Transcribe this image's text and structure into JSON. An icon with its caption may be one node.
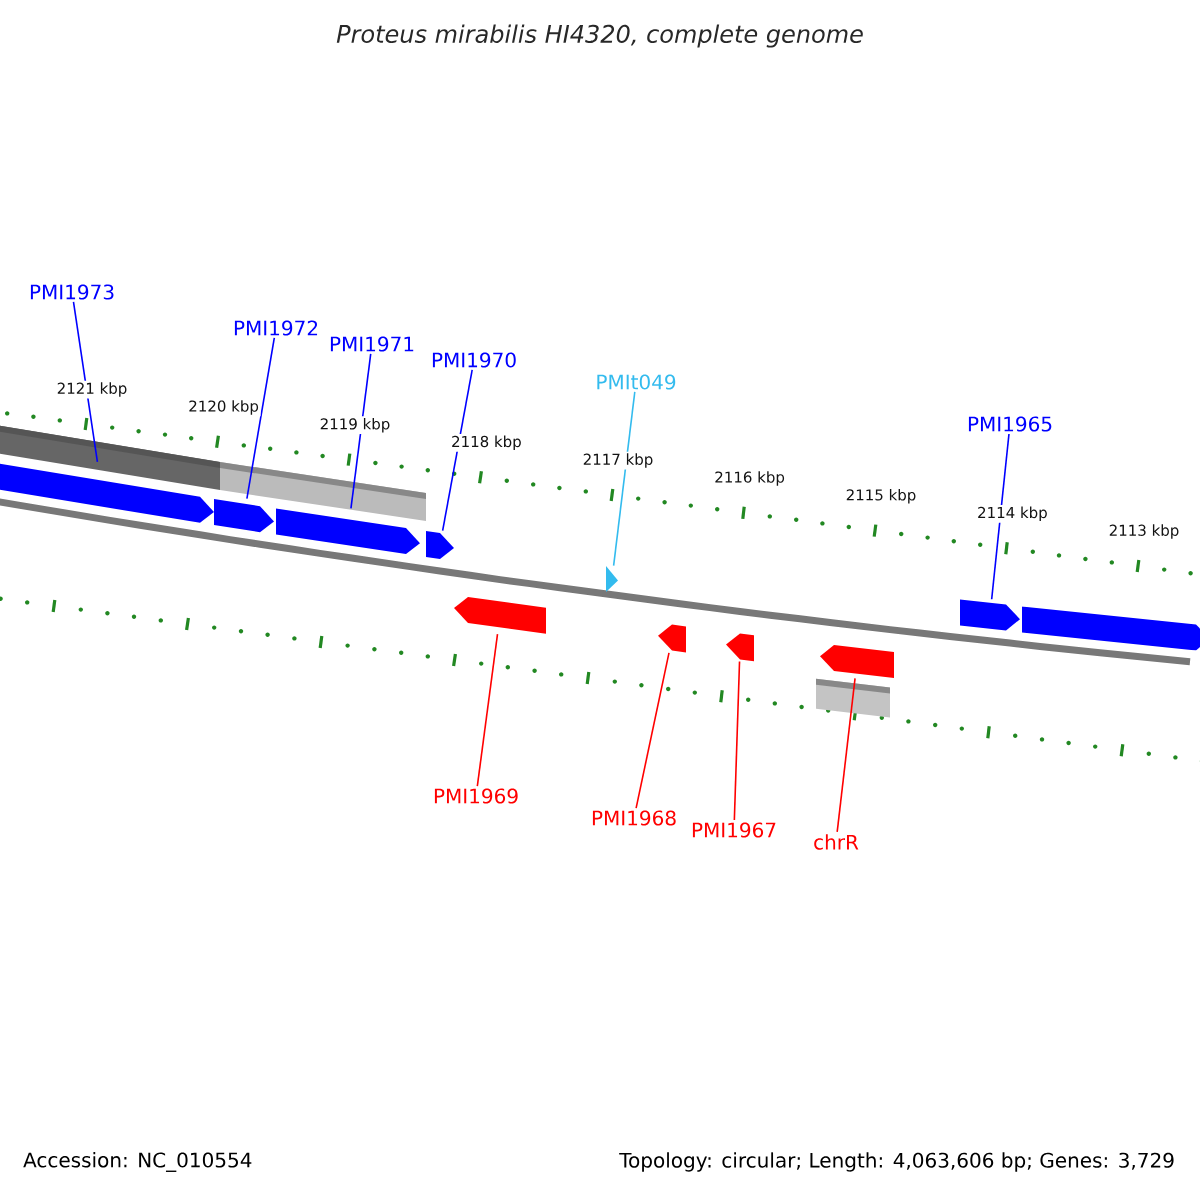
{
  "diagram": {
    "title": "Proteus mirabilis HI4320, complete genome",
    "nodes": [
      {
        "text": [
          "PMI1973"
        ]
      },
      {
        "text": [],
        "shape": "arrow"
      },
      {
        "text": [
          "PMI1972"
        ]
      },
      {
        "text": [],
        "shape": "arrow"
      },
      {
        "text": [
          "PMI1971"
        ]
      },
      {
        "text": [],
        "shape": "arrow"
      },
      {
        "text": [
          "PMI1970"
        ]
      },
      {
        "text": [],
        "shape": "arrow"
      },
      {
        "text": [
          "PMIt049"
        ]
      },
      {
        "text": [],
        "shape": "arrow"
      },
      {
        "text": [
          "PMI1965"
        ]
      },
      {
        "text": [],
        "shape": "arrow"
      },
      {
        "text": [],
        "shape": "arrow"
      },
      {
        "text": [
          "PMI1969"
        ]
      },
      {
        "text": [],
        "shape": "arrow"
      },
      {
        "text": [
          "PMI1968"
        ]
      },
      {
        "text": [],
        "shape": "arrow"
      },
      {
        "text": [
          "PMI1967"
        ]
      },
      {
        "text": [],
        "shape": "arrow"
      },
      {
        "text": [
          "chrR"
        ]
      },
      {
        "text": [],
        "shape": "arrow"
      },
      {
        "text": [],
        "shape": "bar"
      },
      {
        "text": [],
        "shape": "bar"
      },
      {
        "text": [],
        "shape": "bar"
      }
    ],
    "edges": [
      {
        "from": 0,
        "to": 1,
        "arrow": "none"
      },
      {
        "from": 2,
        "to": 3,
        "arrow": "none"
      },
      {
        "from": 4,
        "to": 5,
        "arrow": "none"
      },
      {
        "from": 6,
        "to": 7,
        "arrow": "none"
      },
      {
        "from": 8,
        "to": 9,
        "arrow": "none",
        "color": "#33bbee"
      },
      {
        "from": 10,
        "to": 11,
        "arrow": "none"
      },
      {
        "from": 13,
        "to": 14,
        "arrow": "none",
        "color": "#ff0000"
      },
      {
        "from": 15,
        "to": 16,
        "arrow": "none",
        "color": "#ff0000"
      },
      {
        "from": 17,
        "to": 18,
        "arrow": "none",
        "color": "#ff0000"
      },
      {
        "from": 19,
        "to": 20,
        "arrow": "none",
        "color": "#ff0000"
      }
    ],
    "labels": [
      "2121 kbp",
      "2120 kbp",
      "2119 kbp",
      "2118 kbp",
      "2117 kbp",
      "2116 kbp",
      "2115 kbp",
      "2114 kbp",
      "2113 kbp",
      "Accession: NC_010554",
      "Topology: circular; Length: 4,063,606 bp; Genes: 3,729"
    ]
  }
}
